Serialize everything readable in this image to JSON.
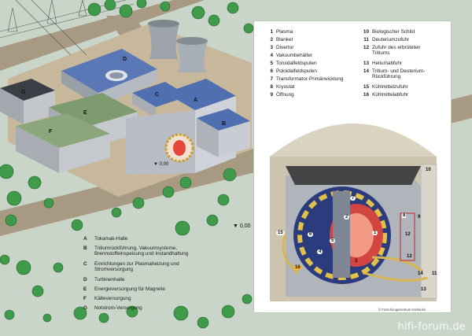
{
  "site_plan": {
    "building_letters": [
      "D",
      "C",
      "A",
      "B",
      "G",
      "E",
      "F"
    ],
    "elevation_marker": "▼ 0,00"
  },
  "site_legend": [
    {
      "key": "A",
      "text": "Tokamak-Halle"
    },
    {
      "key": "B",
      "text": "Tritiumrückführung, Vakuumsysteme,\nBrennstoffeinspeisung und Instandhaltung"
    },
    {
      "key": "C",
      "text": "Einrichtungen zur Plasmaheizung und\nStromversorgung"
    },
    {
      "key": "D",
      "text": "Turbinenhalle"
    },
    {
      "key": "E",
      "text": "Energieversorgung für Magnete"
    },
    {
      "key": "F",
      "text": "Kälteversorgung"
    },
    {
      "key": "G",
      "text": "Notstrom-Versorgung"
    }
  ],
  "reactor_legend": [
    {
      "n": "1",
      "text": "Plasma"
    },
    {
      "n": "2",
      "text": "Blanket"
    },
    {
      "n": "3",
      "text": "Divertor"
    },
    {
      "n": "4",
      "text": "Vakuumbehälter"
    },
    {
      "n": "5",
      "text": "Toroidalfeldspulen"
    },
    {
      "n": "6",
      "text": "Poloidalfeldspulen"
    },
    {
      "n": "7",
      "text": "Transformator-Primärwicklung"
    },
    {
      "n": "8",
      "text": "Kryostat"
    },
    {
      "n": "9",
      "text": "Öffnung"
    },
    {
      "n": "10",
      "text": "Biologischer Schild"
    },
    {
      "n": "11",
      "text": "Deuteriumzufuhr"
    },
    {
      "n": "12",
      "text": "Zufuhr des erbrüteten Tritiums"
    },
    {
      "n": "13",
      "text": "Heliumabfuhr"
    },
    {
      "n": "14",
      "text": "Tritium- und Deuterium-Rückführung"
    },
    {
      "n": "15",
      "text": "Kühlmittelzufuhr"
    },
    {
      "n": "16",
      "text": "Kühlmittelabfuhr"
    }
  ],
  "reactor": {
    "elevation_marker": "▼ 0,00",
    "callout_numbers": [
      "7",
      "2",
      "10",
      "1",
      "6",
      "5",
      "4",
      "3",
      "8",
      "9",
      "12",
      "12",
      "14",
      "11",
      "13",
      "15",
      "16"
    ]
  },
  "copyright": "© Forschungszentrum Karlsruhe",
  "watermark": "hifi-forum.de",
  "colors": {
    "ground": "#c9d5c9",
    "road": "#a89a82",
    "roof_blue": "#4f6fb0",
    "roof_green": "#7d9b6e",
    "wall_gray": "#b8bcc4",
    "plasma": "#e4473a",
    "coil_blue": "#2a3b7e",
    "coil_yellow": "#e2c14a"
  }
}
